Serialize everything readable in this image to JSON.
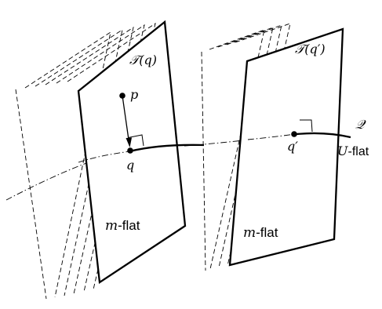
{
  "labels": {
    "tangent_left": "𝒯(q)",
    "tangent_right": "𝒯(q′)",
    "point_p": "p",
    "point_q": "q",
    "point_q_prime": "q′",
    "manifold": "𝒬",
    "u_flat_var": "U",
    "u_flat_suffix": "-flat",
    "m_flat_left_var": "m",
    "m_flat_left_suffix": "-flat",
    "m_flat_right_var": "m",
    "m_flat_right_suffix": "-flat"
  },
  "colors": {
    "stroke": "#000000",
    "background": "#ffffff"
  }
}
